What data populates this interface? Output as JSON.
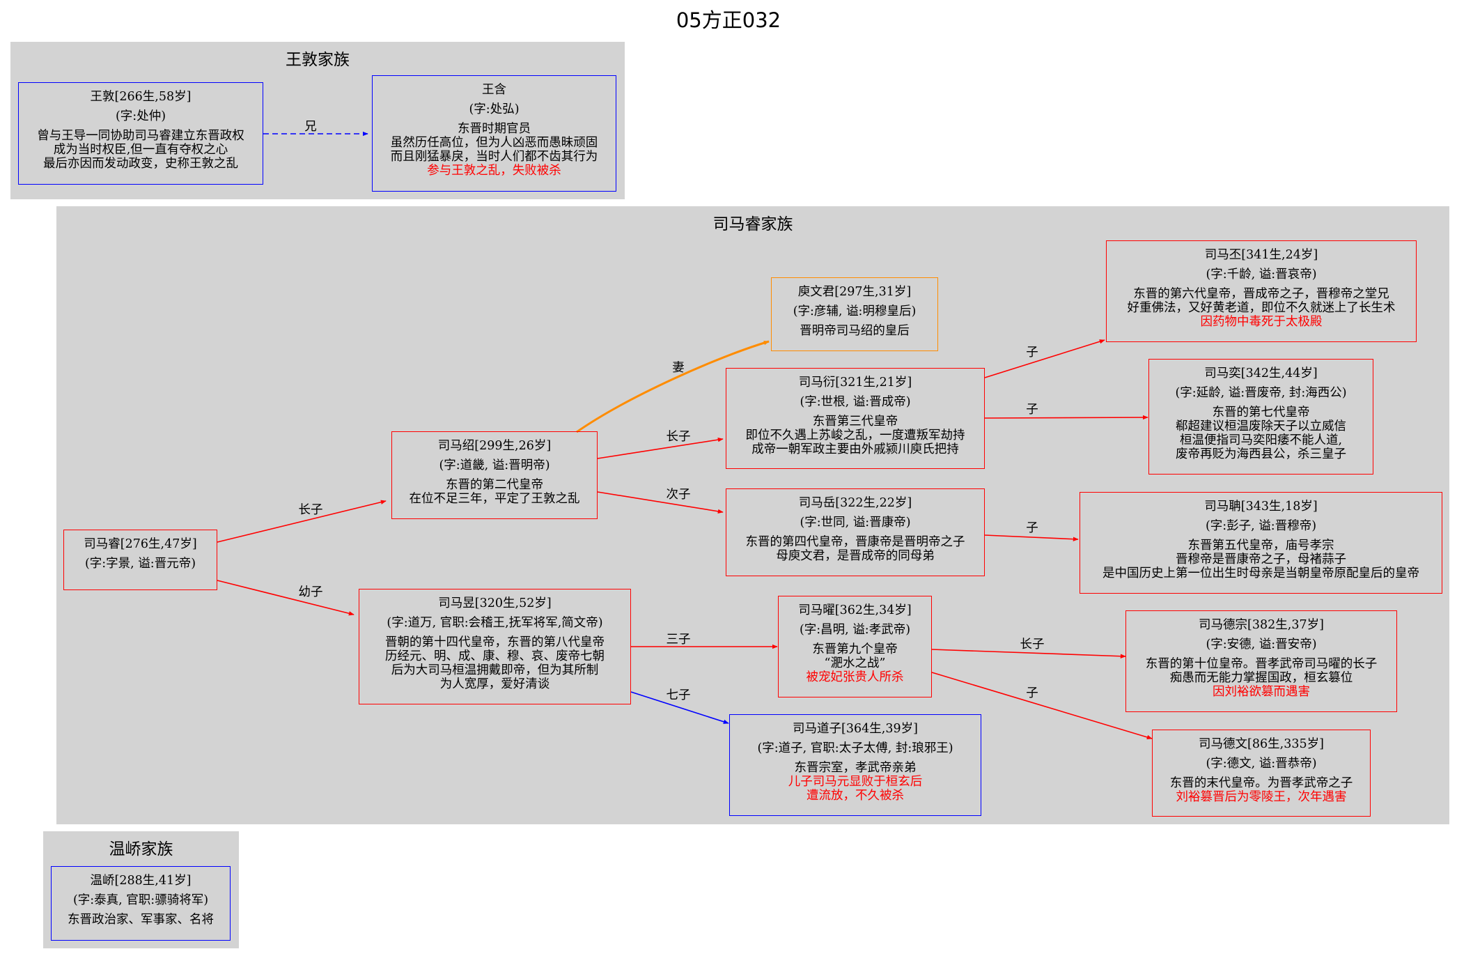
{
  "title": "05方正032",
  "clusters": {
    "wangdun": "王敦家族",
    "sima": "司马睿家族",
    "wenqiao": "温峤家族"
  },
  "nodes": {
    "wangdun": {
      "name": "王敦[266生,58岁]",
      "zi": "(字:处仲)",
      "lines": [
        "曾与王导一同协助司马睿建立东晋政权",
        "成为当时权臣,但一直有夺权之心",
        "最后亦因而发动政变，史称王敦之乱"
      ],
      "red": []
    },
    "wanghan": {
      "name": "王含",
      "zi": "(字:处弘)",
      "lines": [
        "东晋时期官员",
        "虽然历任高位，但为人凶恶而愚昧顽固",
        "而且刚猛暴戾，当时人们都不齿其行为"
      ],
      "red": [
        "参与王敦之乱，失败被杀"
      ]
    },
    "sirui": {
      "name": "司马睿[276生,47岁]",
      "zi": "(字:字景, 谥:晋元帝)",
      "lines": [],
      "red": []
    },
    "sishao": {
      "name": "司马绍[299生,26岁]",
      "zi": "(字:道畿, 谥:晋明帝)",
      "lines": [
        "东晋的第二代皇帝",
        "在位不足三年，平定了王敦之乱"
      ],
      "red": []
    },
    "siyu": {
      "name": "司马昱[320生,52岁]",
      "zi": "(字:道万, 官职:会稽王,抚军将军,简文帝)",
      "lines": [
        "晋朝的第十四代皇帝，东晋的第八代皇帝",
        "历经元、明、成、康、穆、哀、废帝七朝",
        "后为大司马桓温拥戴即帝，但为其所制",
        "为人宽厚，爱好清谈"
      ],
      "red": []
    },
    "yuwenjun": {
      "name": "庾文君[297生,31岁]",
      "zi": "(字:彦辅, 谥:明穆皇后)",
      "lines": [
        "晋明帝司马绍的皇后"
      ],
      "red": []
    },
    "siyan": {
      "name": "司马衍[321生,21岁]",
      "zi": "(字:世根, 谥:晋成帝)",
      "lines": [
        "东晋第三代皇帝",
        "即位不久遇上苏峻之乱，一度遭叛军劫持",
        "成帝一朝军政主要由外戚颍川庾氏把持"
      ],
      "red": []
    },
    "siyue": {
      "name": "司马岳[322生,22岁]",
      "zi": "(字:世同, 谥:晋康帝)",
      "lines": [
        "东晋的第四代皇帝，晋康帝是晋明帝之子",
        "母庾文君，是晋成帝的同母弟"
      ],
      "red": []
    },
    "siyao": {
      "name": "司马曜[362生,34岁]",
      "zi": "(字:昌明, 谥:孝武帝)",
      "lines": [
        "东晋第九个皇帝",
        "“淝水之战”"
      ],
      "red": [
        "被宠妃张贵人所杀"
      ]
    },
    "sidaozi": {
      "name": "司马道子[364生,39岁]",
      "zi": "(字:道子, 官职:太子太傅, 封:琅邪王)",
      "lines": [
        "东晋宗室，孝武帝亲弟"
      ],
      "red": [
        "儿子司马元显败于桓玄后",
        "遭流放，不久被杀"
      ]
    },
    "sipi": {
      "name": "司马丕[341生,24岁]",
      "zi": "(字:千龄, 谥:晋哀帝)",
      "lines": [
        "东晋的第六代皇帝，晋成帝之子，晋穆帝之堂兄",
        "好重佛法，又好黄老道，即位不久就迷上了长生术"
      ],
      "red": [
        "因药物中毒死于太极殿"
      ]
    },
    "siyi": {
      "name": "司马奕[342生,44岁]",
      "zi": "(字:延龄, 谥:晋废帝, 封:海西公)",
      "lines": [
        "东晋的第七代皇帝",
        "郗超建议桓温废除天子以立威信",
        "桓温便指司马奕阳痿不能人道,",
        "废帝再贬为海西县公，杀三皇子"
      ],
      "red": []
    },
    "sidan": {
      "name": "司马聃[343生,18岁]",
      "zi": "(字:彭子, 谥:晋穆帝)",
      "lines": [
        "东晋第五代皇帝，庙号孝宗",
        "晋穆帝是晋康帝之子，母褚蒜子",
        "是中国历史上第一位出生时母亲是当朝皇帝原配皇后的皇帝"
      ],
      "red": []
    },
    "sidezong": {
      "name": "司马德宗[382生,37岁]",
      "zi": "(字:安德, 谥:晋安帝)",
      "lines": [
        "东晋的第十位皇帝。晋孝武帝司马曜的长子",
        "痴愚而无能力掌握国政，桓玄篡位"
      ],
      "red": [
        "因刘裕欲篡而遇害"
      ]
    },
    "sidewen": {
      "name": "司马德文[86生,335岁]",
      "zi": "(字:德文, 谥:晋恭帝)",
      "lines": [
        "东晋的末代皇帝。为晋孝武帝之子"
      ],
      "red": [
        "刘裕篡晋后为零陵王，次年遇害"
      ]
    },
    "wenqiao": {
      "name": "温峤[288生,41岁]",
      "zi": "(字:泰真, 官职:骠骑将军)",
      "lines": [
        "东晋政治家、军事家、名将"
      ],
      "red": []
    }
  },
  "edges": [
    {
      "id": "wangdun-wanghan",
      "label": "兄",
      "color": "#0000ff",
      "style": "dashed"
    },
    {
      "id": "sirui-sishao",
      "label": "长子",
      "color": "#ff0000",
      "style": "solid"
    },
    {
      "id": "sirui-siyu",
      "label": "幼子",
      "color": "#ff0000",
      "style": "solid"
    },
    {
      "id": "sishao-yuwenjun",
      "label": "妻",
      "color": "#ff8c00",
      "style": "bold"
    },
    {
      "id": "sishao-siyan",
      "label": "长子",
      "color": "#ff0000",
      "style": "solid"
    },
    {
      "id": "sishao-siyue",
      "label": "次子",
      "color": "#ff0000",
      "style": "solid"
    },
    {
      "id": "siyan-sipi",
      "label": "子",
      "color": "#ff0000",
      "style": "solid"
    },
    {
      "id": "siyan-siyi",
      "label": "子",
      "color": "#ff0000",
      "style": "solid"
    },
    {
      "id": "siyue-sidan",
      "label": "子",
      "color": "#ff0000",
      "style": "solid"
    },
    {
      "id": "siyu-siyao",
      "label": "三子",
      "color": "#ff0000",
      "style": "solid"
    },
    {
      "id": "siyu-sidaozi",
      "label": "七子",
      "color": "#0000ff",
      "style": "solid"
    },
    {
      "id": "siyao-sidezong",
      "label": "长子",
      "color": "#ff0000",
      "style": "solid"
    },
    {
      "id": "siyao-sidewen",
      "label": "子",
      "color": "#ff0000",
      "style": "solid"
    }
  ]
}
